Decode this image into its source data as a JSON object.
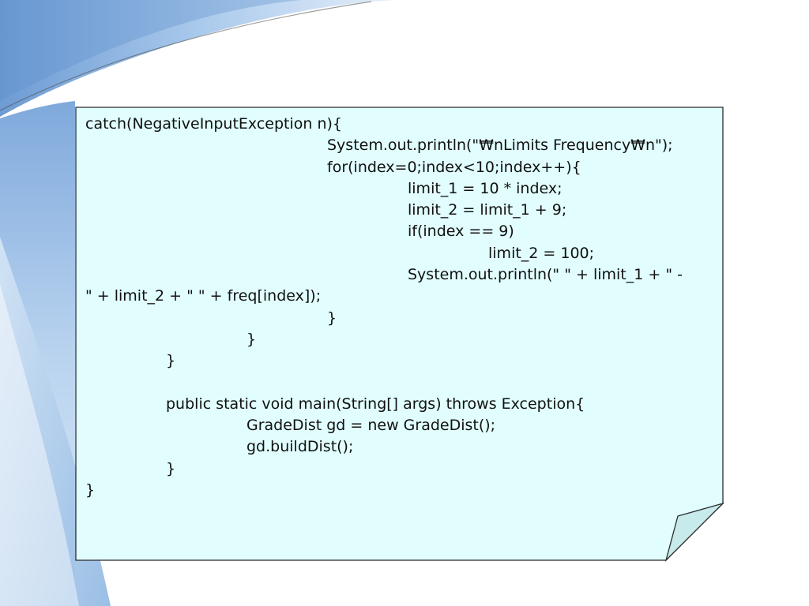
{
  "colors": {
    "note_fill": "#e1fdfd",
    "note_border": "#2b2b2b",
    "fold_fill": "#c7eaea",
    "swoosh_light": "#cfe3f5",
    "swoosh_mid": "#8fbbe6",
    "swoosh_dark": "#5d8fc9"
  },
  "code": {
    "lines": [
      {
        "indent": 0,
        "text": "catch(NegativeInputException n){"
      },
      {
        "indent": 3,
        "text": "System.out.println(\"₩nLimits Frequency₩n\");"
      },
      {
        "indent": 3,
        "text": "for(index=0;index<10;index++){"
      },
      {
        "indent": 4,
        "text": "limit_1 = 10 * index;"
      },
      {
        "indent": 4,
        "text": "limit_2 = limit_1 + 9;"
      },
      {
        "indent": 4,
        "text": "if(index == 9)"
      },
      {
        "indent": 5,
        "text": "limit_2 = 100;"
      },
      {
        "indent": 4,
        "text": "System.out.println(\" \" + limit_1 + \" -"
      },
      {
        "indent": 0,
        "text": "\" + limit_2 + \" \" + freq[index]);"
      },
      {
        "indent": 3,
        "text": "}"
      },
      {
        "indent": 2,
        "text": "}"
      },
      {
        "indent": 1,
        "text": "}"
      },
      {
        "indent": 0,
        "text": ""
      },
      {
        "indent": 1,
        "text": "public static void main(String[] args) throws Exception{"
      },
      {
        "indent": 2,
        "text": "GradeDist gd = new GradeDist();"
      },
      {
        "indent": 2,
        "text": "gd.buildDist();"
      },
      {
        "indent": 1,
        "text": "}"
      },
      {
        "indent": 0,
        "text": "}"
      }
    ]
  }
}
